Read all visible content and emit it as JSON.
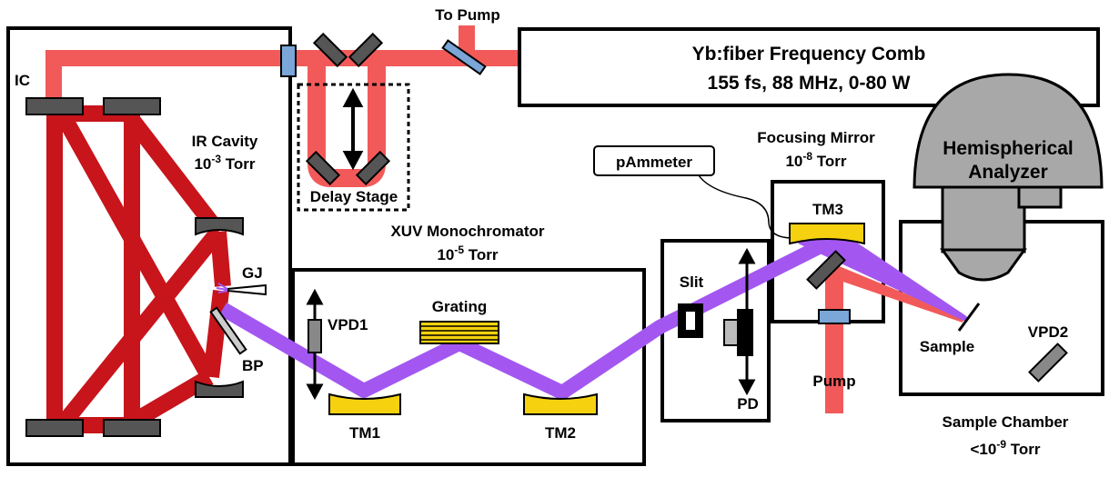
{
  "colors": {
    "ir_beam": "#f25a5a",
    "cavity_beam": "#c8141b",
    "xuv_beam": "#a357f0",
    "toroidal_mirror": "#f5d10f",
    "grating": "#f5d10f",
    "optic_gray": "#555555",
    "analyzer_gray": "#a8a8a8",
    "window_blue": "#7aa6d8"
  },
  "labels": {
    "to_pump": "To Pump",
    "comb_line1": "Yb:fiber Frequency Comb",
    "comb_line2": "155 fs, 88 MHz, 0-80 W",
    "ic": "IC",
    "ir_cavity": "IR Cavity",
    "ir_cavity_pressure_base": "10",
    "ir_cavity_pressure_exp": "-3",
    "ir_cavity_pressure_unit": " Torr",
    "delay_stage": "Delay Stage",
    "gj": "GJ",
    "bp": "BP",
    "xuv_mono": "XUV Monochromator",
    "xuv_pressure_base": "10",
    "xuv_pressure_exp": "-5",
    "xuv_pressure_unit": " Torr",
    "vpd1": "VPD1",
    "grating": "Grating",
    "tm1": "TM1",
    "tm2": "TM2",
    "slit": "Slit",
    "pd": "PD",
    "pammeter": "pAmmeter",
    "focusing_mirror": "Focusing Mirror",
    "focusing_pressure_base": "10",
    "focusing_pressure_exp": "-8",
    "focusing_pressure_unit": " Torr",
    "tm3": "TM3",
    "pump": "Pump",
    "analyzer_line1": "Hemispherical",
    "analyzer_line2": "Analyzer",
    "sample": "Sample",
    "vpd2": "VPD2",
    "sample_chamber": "Sample Chamber",
    "sample_pressure_base": "<10",
    "sample_pressure_exp": "-9",
    "sample_pressure_unit": " Torr"
  }
}
